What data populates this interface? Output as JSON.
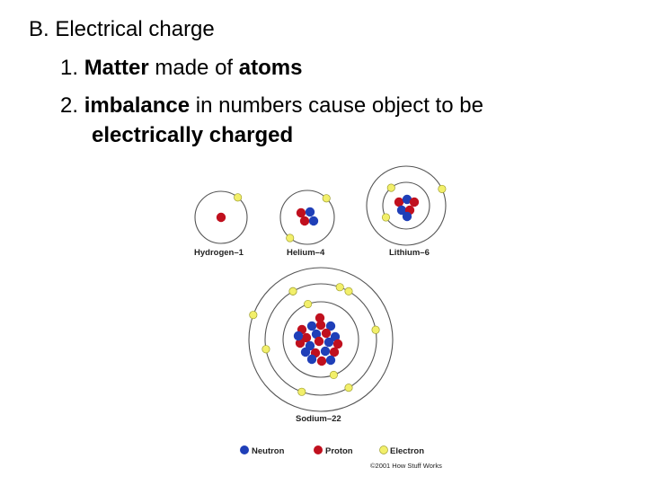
{
  "slide": {
    "heading": "B. Electrical charge",
    "item1": {
      "number": "1.",
      "bold": "Matter",
      "mid": " made of ",
      "bold2": "atoms"
    },
    "item2": {
      "number": "2.",
      "bold": "imbalance",
      "rest": " in numbers cause object to be",
      "cont": "electrically charged"
    }
  },
  "diagram": {
    "atoms": [
      {
        "name": "Hydrogen–1",
        "protons": 1,
        "neutrons": 0,
        "electrons": 1
      },
      {
        "name": "Helium–4",
        "protons": 2,
        "neutrons": 2,
        "electrons": 2
      },
      {
        "name": "Lithium–6",
        "protons": 3,
        "neutrons": 3,
        "electrons": 3
      },
      {
        "name": "Sodium–22",
        "protons": 11,
        "neutrons": 11,
        "electrons": 11
      }
    ],
    "legend": {
      "neutron": "Neutron",
      "proton": "Proton",
      "electron": "Electron"
    },
    "copyright": "©2001 How Stuff Works",
    "colors": {
      "neutron": "#1f3fb8",
      "proton": "#c0101e",
      "electron": "#f2ef6a",
      "orbit": "#555555"
    }
  }
}
